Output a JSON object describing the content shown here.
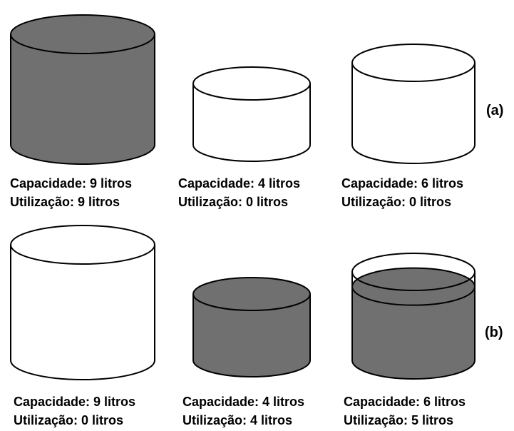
{
  "rows": [
    {
      "label": "(a)",
      "containers": [
        {
          "capacity_text": "Capacidade: 9 litros",
          "usage_text": "Utilização: 9 litros",
          "capacity": 9,
          "usage": 9
        },
        {
          "capacity_text": "Capacidade: 4 litros",
          "usage_text": "Utilização: 0 litros",
          "capacity": 4,
          "usage": 0
        },
        {
          "capacity_text": "Capacidade: 6 litros",
          "usage_text": "Utilização: 0 litros",
          "capacity": 6,
          "usage": 0
        }
      ]
    },
    {
      "label": "(b)",
      "containers": [
        {
          "capacity_text": "Capacidade: 9 litros",
          "usage_text": "Utilização: 0 litros",
          "capacity": 9,
          "usage": 0
        },
        {
          "capacity_text": "Capacidade: 4 litros",
          "usage_text": "Utilização: 4 litros",
          "capacity": 4,
          "usage": 4
        },
        {
          "capacity_text": "Capacidade: 6 litros",
          "usage_text": "Utilização: 5 litros",
          "capacity": 6,
          "usage": 5
        }
      ]
    }
  ],
  "colors": {
    "fill": "#707070",
    "outline": "#000000",
    "empty": "#ffffff"
  }
}
